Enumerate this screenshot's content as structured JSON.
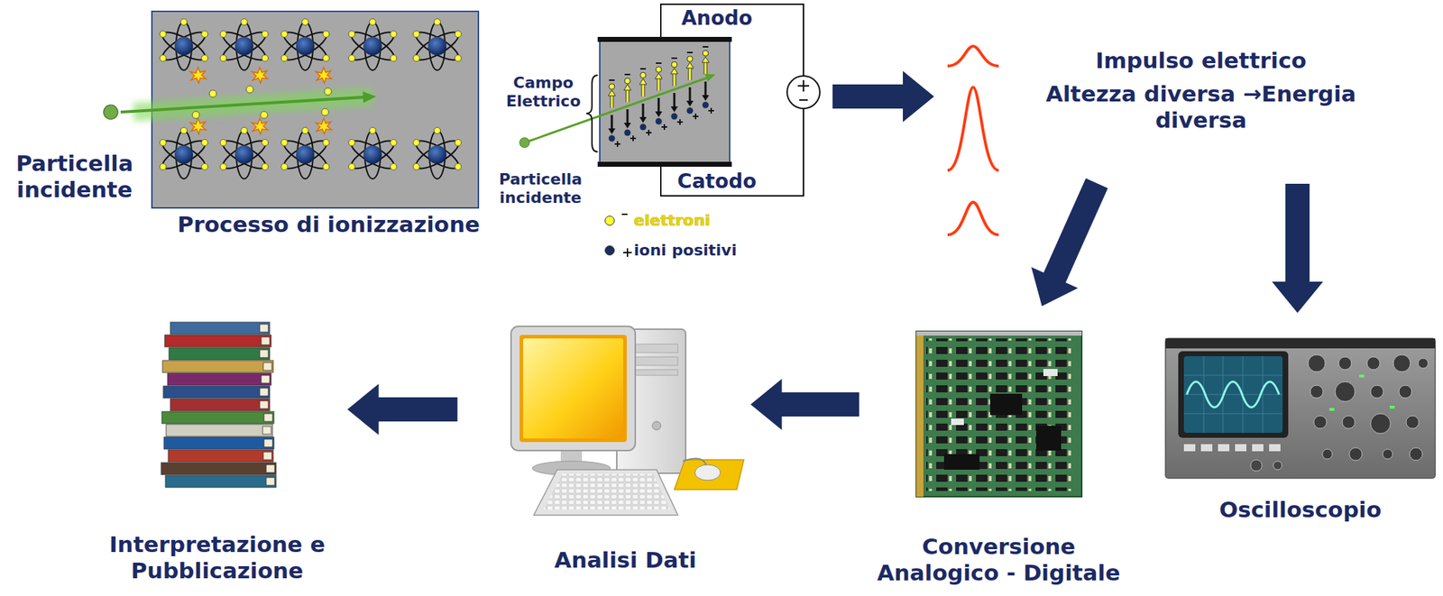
{
  "diagram": {
    "nodes": [
      {
        "text": [
          "Processo di ionizzazione"
        ]
      },
      {
        "text": [
          "Anodo",
          "Catodo"
        ]
      },
      {
        "text": [
          "Impulso elettrico",
          "Altezza diversa →Energia diversa"
        ]
      },
      {
        "text": [
          "Oscilloscopio"
        ]
      },
      {
        "text": [
          "Conversione Analogico - Digitale"
        ]
      },
      {
        "text": [
          "Analisi Dati"
        ]
      },
      {
        "text": [
          "Interpretazione e Pubblicazione"
        ]
      }
    ],
    "edges": [
      {
        "from": 1,
        "to": 2,
        "arrow": "to"
      },
      {
        "from": 2,
        "to": 4,
        "arrow": "to"
      },
      {
        "from": 2,
        "to": 3,
        "arrow": "to"
      },
      {
        "from": 4,
        "to": 5,
        "arrow": "to"
      },
      {
        "from": 5,
        "to": 6,
        "arrow": "to"
      }
    ],
    "labels": [
      "Particella incidente",
      "Campo Elettrico",
      "Particella incidente"
    ],
    "legend": [
      {
        "text": "elettroni",
        "color": "#ffff33"
      },
      {
        "text": "ioni positivi",
        "color": "#1b2d5e"
      }
    ]
  }
}
